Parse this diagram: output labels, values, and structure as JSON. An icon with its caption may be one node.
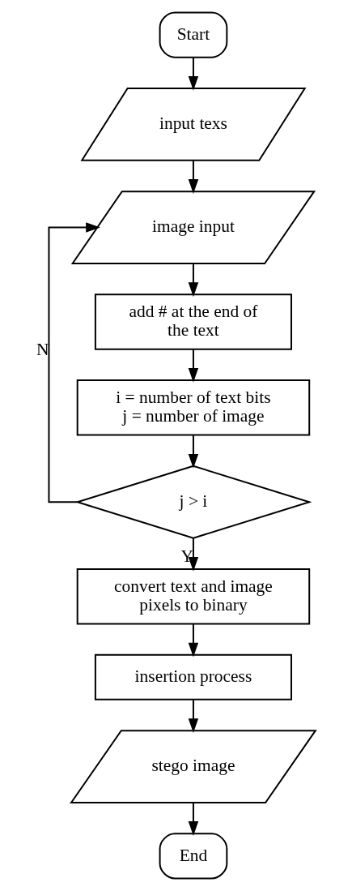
{
  "diagram": {
    "nodes": [
      {
        "text": [
          "Start"
        ]
      },
      {
        "text": [
          "input texs"
        ]
      },
      {
        "text": [
          "image input"
        ]
      },
      {
        "text": [
          "add # at the end of the text"
        ]
      },
      {
        "text": [
          "i = number of text bits",
          "j = number of image"
        ]
      },
      {
        "text": [
          "j > i"
        ]
      },
      {
        "text": [
          "convert text and image pixels to binary"
        ]
      },
      {
        "text": [
          "insertion process"
        ]
      },
      {
        "text": [
          "stego image"
        ]
      },
      {
        "text": [
          "End"
        ]
      }
    ],
    "edges": [
      {
        "from": 0,
        "to": 1,
        "arrow": "to"
      },
      {
        "from": 1,
        "to": 2,
        "arrow": "to"
      },
      {
        "from": 2,
        "to": 3,
        "arrow": "to"
      },
      {
        "from": 3,
        "to": 4,
        "arrow": "to"
      },
      {
        "from": 4,
        "to": 5,
        "arrow": "to"
      },
      {
        "from": 5,
        "to": 2,
        "arrow": "to",
        "label": "N"
      },
      {
        "from": 5,
        "to": 6,
        "arrow": "to",
        "label": "Y"
      },
      {
        "from": 6,
        "to": 7,
        "arrow": "to"
      },
      {
        "from": 7,
        "to": 8,
        "arrow": "to"
      },
      {
        "from": 8,
        "to": 9,
        "arrow": "to"
      }
    ]
  }
}
